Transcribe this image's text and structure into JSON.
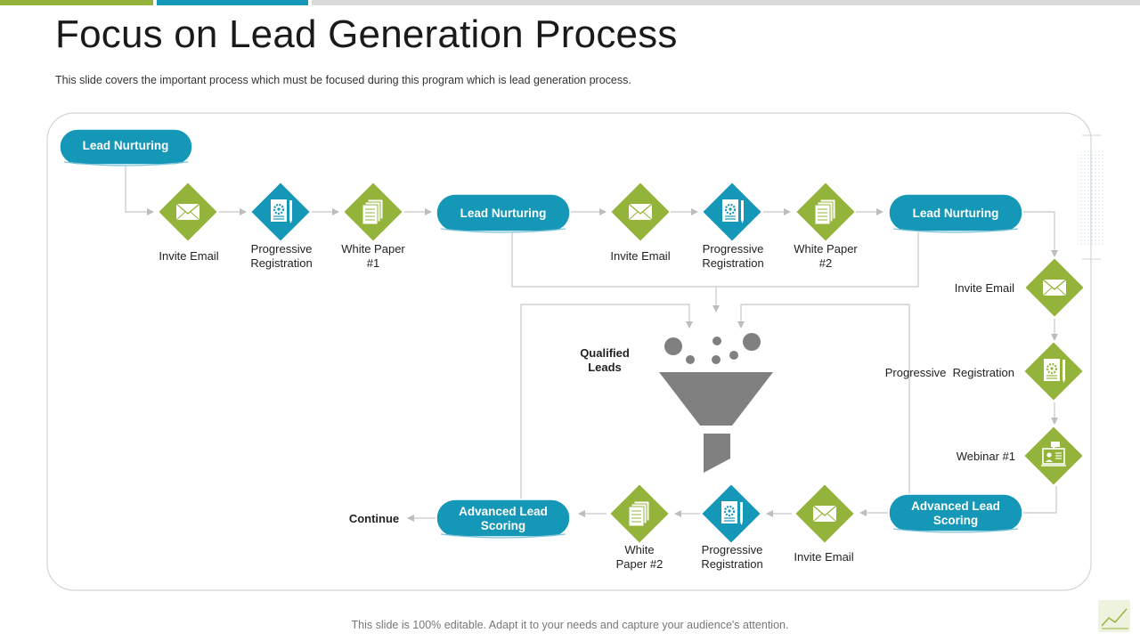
{
  "title": "Focus on Lead Generation Process",
  "subtitle": "This slide covers the important process which must be focused during this program which is lead generation process.",
  "footer": "This slide is 100% editable. Adapt it to your needs and capture your audience's attention.",
  "colors": {
    "teal": "#1597b8",
    "green": "#94b33a",
    "gray": "#808080",
    "line": "#c8c8c8"
  },
  "pills": {
    "lead_nurturing_1": "Lead Nurturing",
    "lead_nurturing_2": "Lead Nurturing",
    "lead_nurturing_3": "Lead Nurturing",
    "advanced_scoring_1": [
      "Advanced Lead",
      "Scoring"
    ],
    "advanced_scoring_2": [
      "Advanced Lead",
      "Scoring"
    ]
  },
  "labels": {
    "row1": {
      "invite_email_1": [
        "Invite Email"
      ],
      "progressive_reg_1": [
        "Progressive",
        "Registration"
      ],
      "white_paper_1": [
        "White Paper",
        "#1"
      ],
      "invite_email_2": [
        "Invite Email"
      ],
      "progressive_reg_2": [
        "Progressive",
        "Registration"
      ],
      "white_paper_2": [
        "White Paper",
        "#2"
      ]
    },
    "right": {
      "invite_email": "Invite Email",
      "progressive_reg": "Progressive  Registration",
      "webinar": "Webinar #1"
    },
    "bottom": {
      "invite_email": [
        "Invite Email"
      ],
      "progressive_reg": [
        "Progressive",
        "Registration"
      ],
      "white_paper": [
        "White",
        "Paper #2"
      ]
    },
    "qualified_leads": [
      "Qualified",
      "Leads"
    ],
    "continue": "Continue"
  },
  "icons": {
    "envelope": "envelope-icon",
    "gear_document": "gear-document-icon",
    "papers": "papers-icon",
    "presentation": "presentation-icon",
    "funnel": "funnel-icon"
  }
}
